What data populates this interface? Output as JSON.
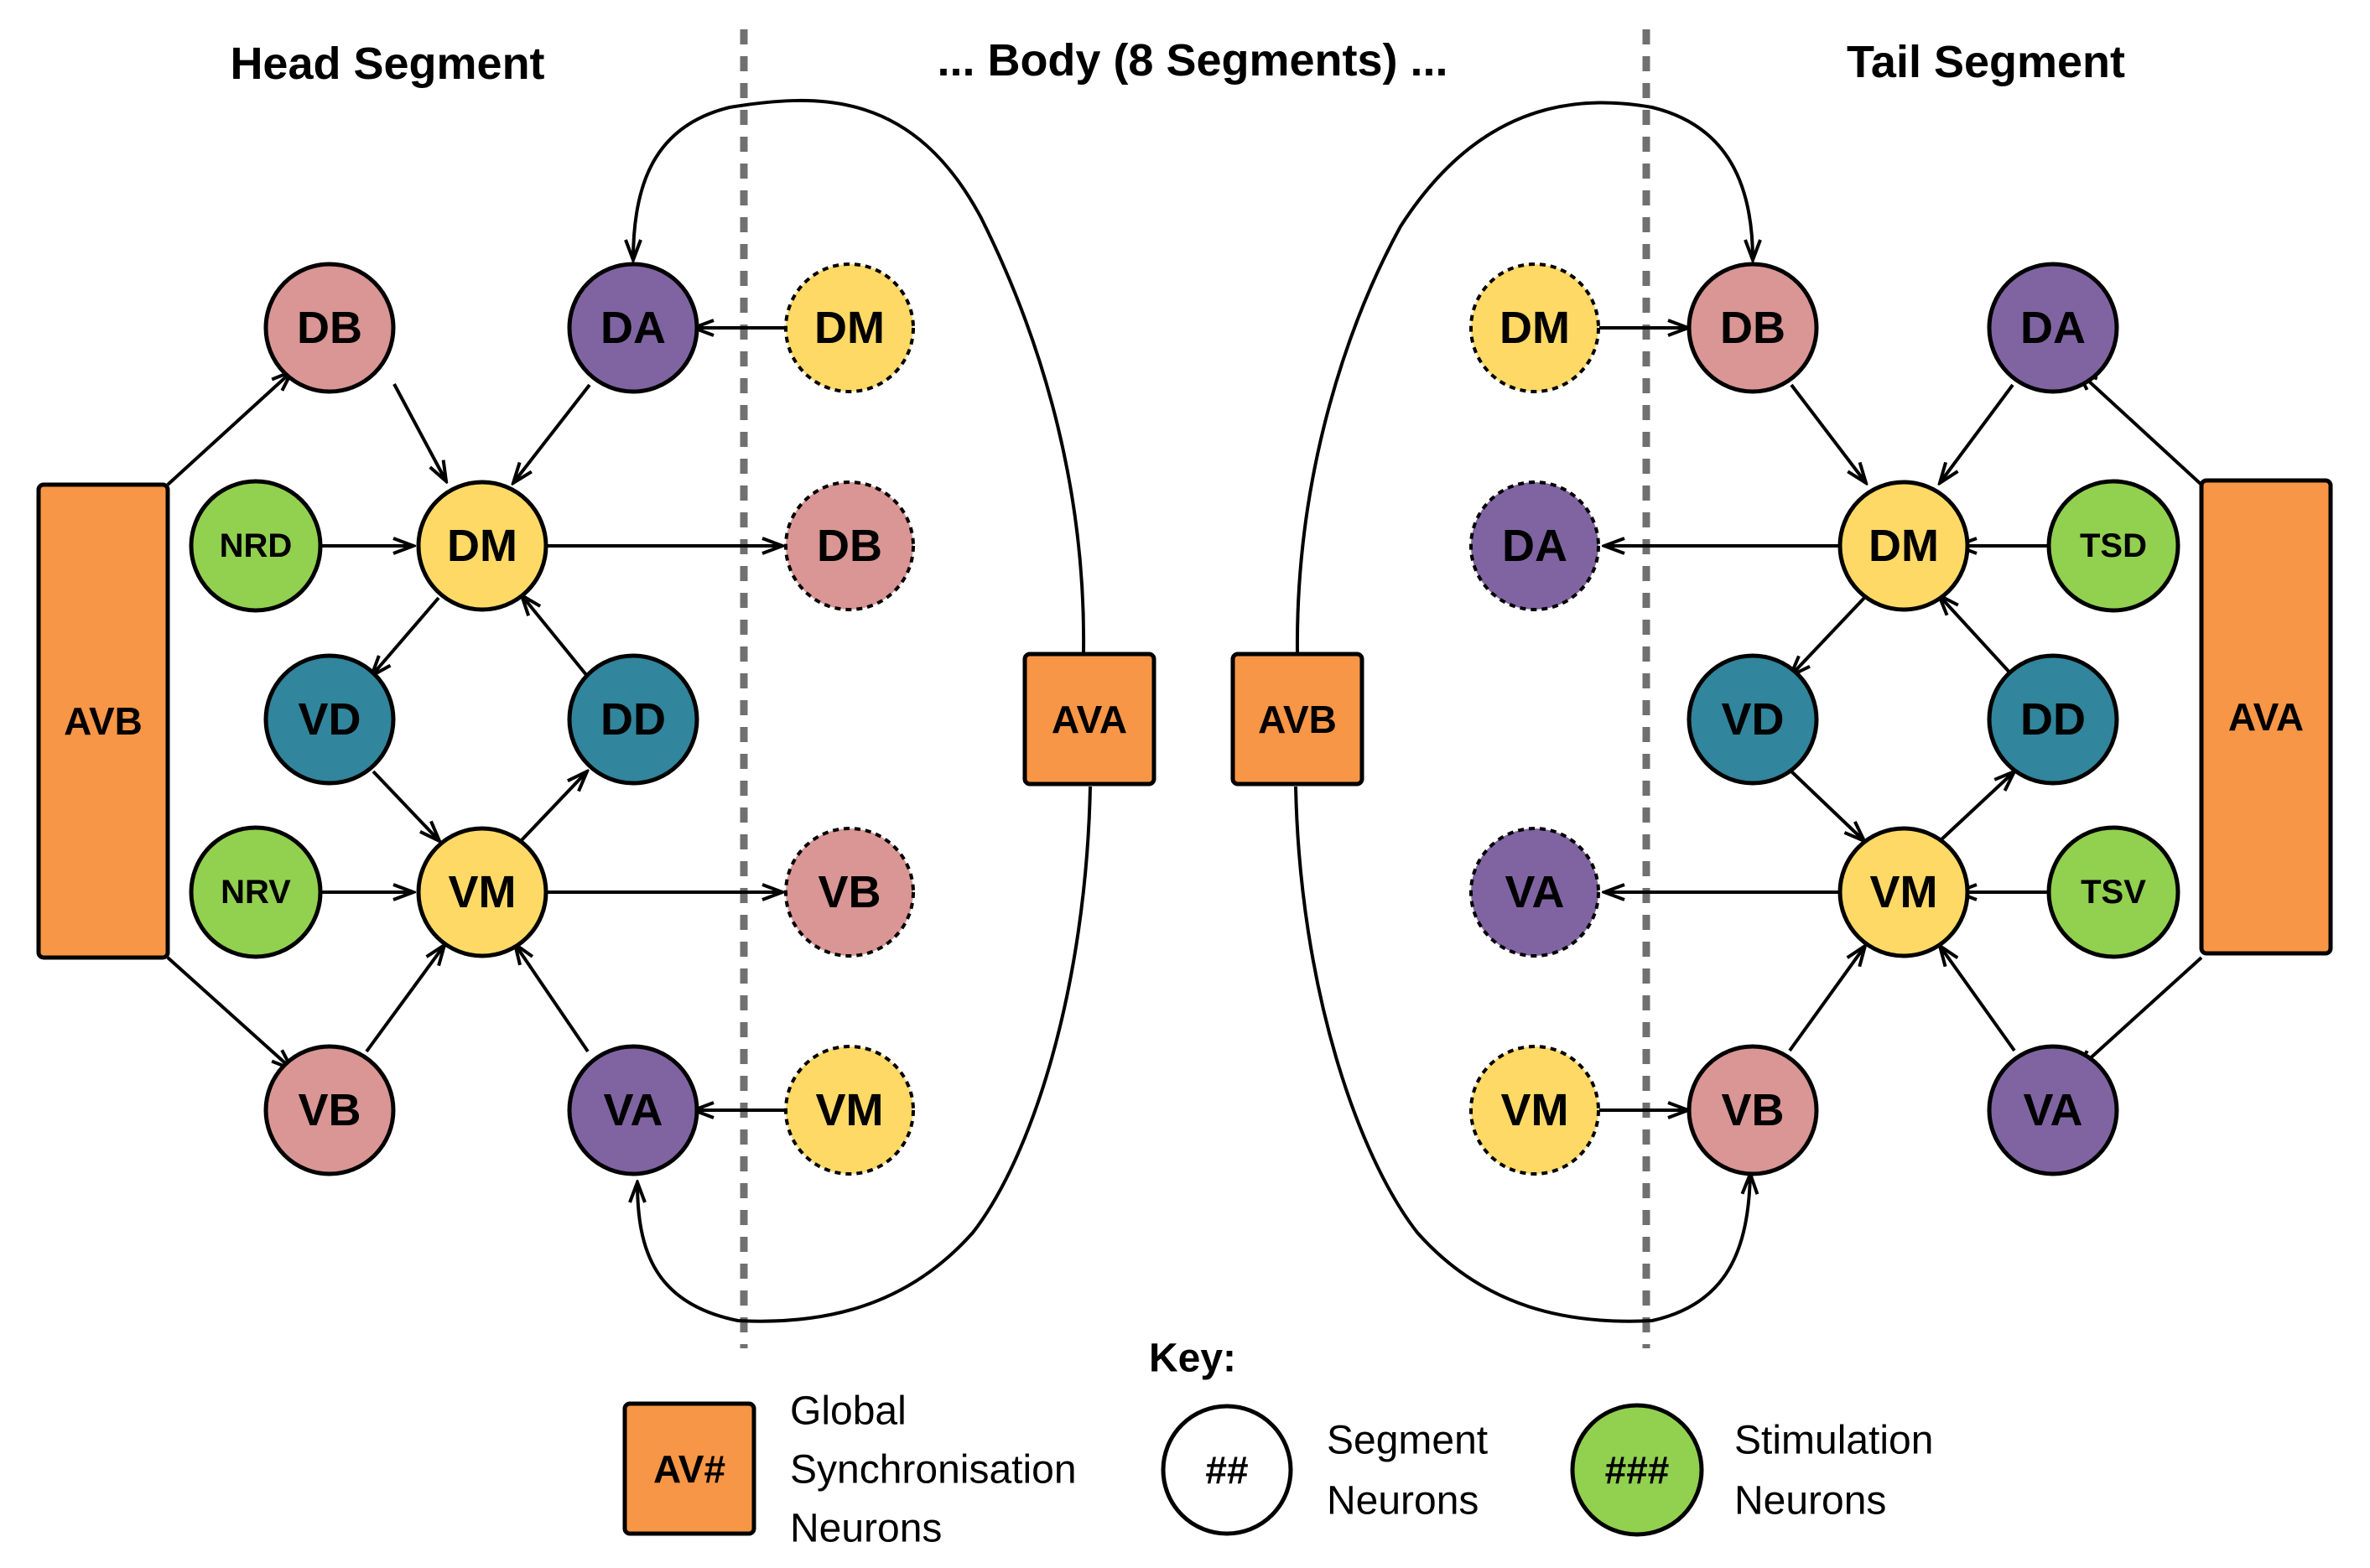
{
  "headers": {
    "head": "Head Segment",
    "body": "... Body (8 Segments) ...",
    "tail": "Tail Segment"
  },
  "colors": {
    "pink": "#d99694",
    "purple": "#8064a2",
    "yellow": "#ffd966",
    "teal": "#31859c",
    "green": "#92d050",
    "orange": "#f79646",
    "white": "#ffffff",
    "stroke": "#000000",
    "divider": "#707070"
  },
  "head": {
    "avb": "AVB",
    "db": "DB",
    "da": "DA",
    "nrd": "NRD",
    "dm": "DM",
    "vd": "VD",
    "dd": "DD",
    "nrv": "NRV",
    "vm": "VM",
    "vb": "VB",
    "va": "VA",
    "body_dm_in": "DM",
    "body_db_out": "DB",
    "body_vb_out": "VB",
    "body_vm_in": "VM",
    "ava_box": "AVA"
  },
  "tail": {
    "avb_box": "AVB",
    "body_dm_in": "DM",
    "body_da_out": "DA",
    "body_va_out": "VA",
    "body_vm_in": "VM",
    "db": "DB",
    "da": "DA",
    "dm": "DM",
    "tsd": "TSD",
    "vd": "VD",
    "dd": "DD",
    "vm": "VM",
    "tsv": "TSV",
    "vb": "VB",
    "va": "VA",
    "ava": "AVA"
  },
  "key": {
    "title": "Key:",
    "global_symbol": "AV#",
    "global_line1": "Global",
    "global_line2": "Synchronisation",
    "global_line3": "Neurons",
    "segment_symbol": "##",
    "segment_line1": "Segment",
    "segment_line2": "Neurons",
    "stim_symbol": "###",
    "stim_line1": "Stimulation",
    "stim_line2": "Neurons"
  }
}
